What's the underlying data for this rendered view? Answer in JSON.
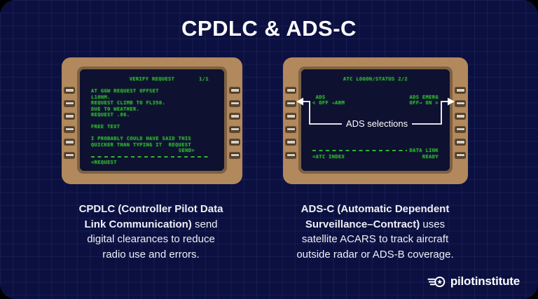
{
  "title": "CPDLC & ADS-C",
  "colors": {
    "background_navy": "#0b1040",
    "grid_line": "#2a3163",
    "screen_green": "#2fb52f",
    "bezel_tan": "#b1895c",
    "bezel_frame_brown": "#7e6042",
    "screen_bg": "#0e1130",
    "text_white": "#ffffff"
  },
  "cdu_left": {
    "screen_lines": [
      {
        "c": "VERIFY REQUEST",
        "r": "1/1",
        "rm": 6
      },
      {},
      {
        "l": "AT GGW REQUEST OFFSET"
      },
      {
        "l": "L10NM."
      },
      {
        "l": "REQUEST CLIMB TO FL350."
      },
      {
        "l": "DUE TO WEATHER."
      },
      {
        "l": "REQUEST .86."
      },
      {},
      {
        "l": "FREE TEXT"
      },
      {},
      {
        "l": "I PROBABLY COULD HAVE SAID THIS"
      },
      {
        "l": "QUICKER THAN TYPING IT  REQUEST"
      },
      {
        "r": "SEND>",
        "rm": 26
      },
      {
        "dash": true
      },
      {
        "l": "<REQUEST"
      }
    ]
  },
  "cdu_right": {
    "screen_lines": [
      {
        "c": "ATC LOGON/STATUS 2/2"
      },
      {},
      {},
      {
        "l": " ADS",
        "r": "ADS EMERG"
      },
      {
        "l": "< OFF →ARM",
        "r": "OFF→ ON >"
      },
      {},
      {},
      {},
      {},
      {},
      {},
      {},
      {
        "dash": true,
        "r": "DATA LINK"
      },
      {
        "l": "<ATC INDEX",
        "r": "READY"
      }
    ],
    "annotation_label": "ADS selections"
  },
  "captions": {
    "left": {
      "lines": [
        [
          {
            "t": "CPDLC (Controller Pilot Data",
            "b": 1
          }
        ],
        [
          {
            "t": "Link Communication)",
            "b": 1
          },
          {
            "t": " send",
            "b": 0
          }
        ],
        [
          {
            "t": "digital clearances to reduce",
            "b": 0
          }
        ],
        [
          {
            "t": "radio use and errors.",
            "b": 0
          }
        ]
      ]
    },
    "right": {
      "lines": [
        [
          {
            "t": "ADS-C (Automatic Dependent",
            "b": 1
          }
        ],
        [
          {
            "t": "Surveillance–Contract)",
            "b": 1
          },
          {
            "t": " uses",
            "b": 0
          }
        ],
        [
          {
            "t": "satellite ACARS to track aircraft",
            "b": 0
          }
        ],
        [
          {
            "t": "outside radar or ADS-B coverage.",
            "b": 0
          }
        ]
      ]
    }
  },
  "logo": {
    "text": "pilotinstitute"
  }
}
